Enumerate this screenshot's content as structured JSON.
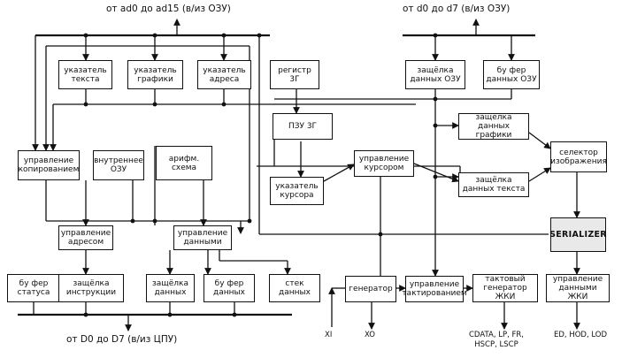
{
  "buses": {
    "top_left": "от ad0  до ad15 (в/из ОЗУ)",
    "top_right": "от d0 до d7 (в/из ОЗУ)",
    "bottom": "от D0 до D7 (в/из ЦПУ)"
  },
  "blocks": {
    "text_ptr": "указатель\nтекста",
    "graphics_ptr": "указатель\nграфики",
    "address_ptr": "указатель\nадреса",
    "reg3g": "регистр\n3Г",
    "ram_data_latch": "защёлка\nданных ОЗУ",
    "ram_data_buffer": "бу фер\nданных ОЗУ",
    "rom3g": "ПЗУ 3Г",
    "graphics_data_latch": "защёлка\nданных графики",
    "image_selector": "селектор\nизображения",
    "copy_control": "управление\nкопированием",
    "internal_ram": "внутреннее\nОЗУ",
    "alu": "арифм.\nсхема",
    "cursor_control": "управление\nкурсором",
    "cursor_ptr": "указатель\nкурсора",
    "text_data_latch": "защёлка\nданных текста",
    "serializer": "SERIALIZER",
    "address_control": "управление\nадресом",
    "data_control": "управление\nданными",
    "status_buffer": "бу фер\nстатуса",
    "instruction_latch": "защёлка\nинструкции",
    "data_latch": "защёлка\nданных",
    "data_buffer": "бу фер\nданных",
    "data_stack": "стек\nданных",
    "generator": "генератор",
    "clock_control": "управление\nтактированием",
    "lcd_clock_gen": "тактовый\nгенератор ЖКИ",
    "lcd_data_control": "управление\nданными ЖКИ"
  },
  "pins": {
    "xi": "XI",
    "xo": "XO",
    "lcd_clock_out": "CDATA, LP, FR,\nHSCP, LSCP",
    "lcd_data_out": "ED, HOD, LOD"
  }
}
